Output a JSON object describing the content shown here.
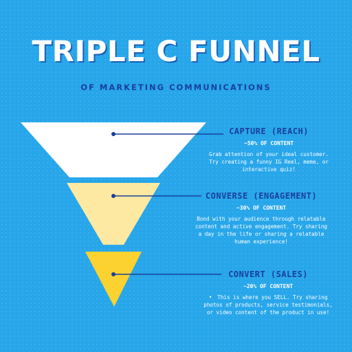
{
  "header": {
    "title": "TRIPLE C FUNNEL",
    "subtitle": "OF MARKETING COMMUNICATIONS"
  },
  "colors": {
    "background": "#27a6ea",
    "capture": "#ffffff",
    "converse": "#fde9a2",
    "convert": "#fbd22f",
    "connector": "#1a3f9e"
  },
  "stages": [
    {
      "title": "CAPTURE (REACH)",
      "share": "~50% OF CONTENT",
      "description": "Grab attention of your ideal customer. Try creating a funny IG Reel, meme, or interactive quiz!"
    },
    {
      "title": "CONVERSE (ENGAGEMENT)",
      "share": "~30% OF CONTENT",
      "description": "Bond with your audience through relatable content and active engagement. Try sharing a day in the life or sharing a relatable human experience!"
    },
    {
      "title": "CONVERT (SALES)",
      "share": "~20% OF CONTENT",
      "bullet": "•",
      "description": "This is where you SELL. Try sharing photos of products, service testimonials, or video content of the product in use!"
    }
  ]
}
